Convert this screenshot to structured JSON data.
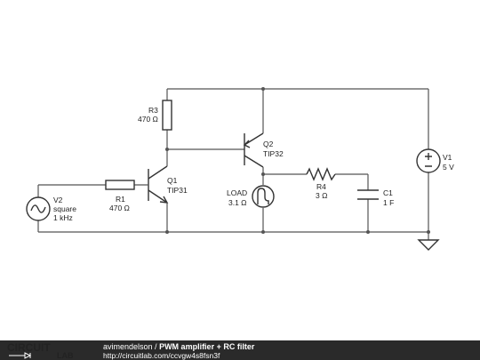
{
  "diagram": {
    "components": {
      "r3": {
        "ref": "R3",
        "value": "470 Ω"
      },
      "q2": {
        "ref": "Q2",
        "value": "TIP32"
      },
      "q1": {
        "ref": "Q1",
        "value": "TIP31"
      },
      "r1": {
        "ref": "R1",
        "value": "470 Ω"
      },
      "v2": {
        "ref": "V2",
        "value": "square",
        "freq": "1 kHz"
      },
      "load": {
        "ref": "LOAD",
        "value": "3.1 Ω"
      },
      "r4": {
        "ref": "R4",
        "value": "3 Ω"
      },
      "c1": {
        "ref": "C1",
        "value": "1 F"
      },
      "v1": {
        "ref": "V1",
        "value": "5 V"
      }
    }
  },
  "footer": {
    "logo_top": "CIRCUIT",
    "logo_bottom": "LAB",
    "author": "avimendelson",
    "separator": " / ",
    "title": "PWM amplifier + RC filter",
    "url": "http://circuitlab.com/ccvgw4s8fsn3f"
  },
  "colors": {
    "footer_bg": "#2a2a2a",
    "wire": "#555555",
    "component": "#333333"
  }
}
